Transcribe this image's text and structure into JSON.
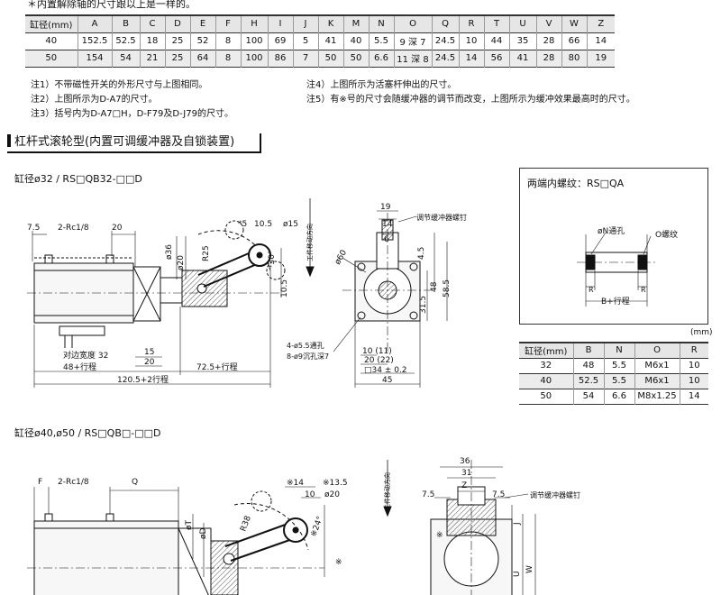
{
  "top_note": "＊内置解除轴的尺寸跟以上是一样的。",
  "dim_table": {
    "headers": [
      "缸径(mm)",
      "A",
      "B",
      "C",
      "D",
      "E",
      "F",
      "H",
      "I",
      "J",
      "K",
      "M",
      "N",
      "O",
      "Q",
      "R",
      "T",
      "U",
      "V",
      "W",
      "Z"
    ],
    "rows": [
      [
        "40",
        "152.5",
        "52.5",
        "18",
        "25",
        "52",
        "8",
        "100",
        "69",
        "5",
        "41",
        "40",
        "5.5",
        "9 深 7",
        "24.5",
        "10",
        "44",
        "35",
        "28",
        "66",
        "14"
      ],
      [
        "50",
        "154",
        "54",
        "21",
        "25",
        "64",
        "8",
        "100",
        "86",
        "7",
        "50",
        "50",
        "6.6",
        "11 深 8",
        "24.5",
        "14",
        "56",
        "41",
        "28",
        "80",
        "19"
      ]
    ]
  },
  "notes": {
    "n1": "注1）不带磁性开关的外形尺寸与上图相同。",
    "n2": "注2）上图所示为D-A7的尺寸。",
    "n3": "注3）括号内为D-A7□H，D-F79及D-J79的尺寸。",
    "n4": "注4）上图所示为活塞杆伸出的尺寸。",
    "n5": "注5）有※号的尺寸会随缓冲器的调节而改变，上图所示为缓冲效果最高时的尺寸。"
  },
  "section_title": "杠杆式滚轮型(内置可调缓冲器及自锁装置)",
  "sub1": "缸径ø32 / RS□QB32-□□D",
  "sub2": "缸径ø40,ø50 / RS□QB□-□□D",
  "drawing1": {
    "d_7_5": "7.5",
    "d_rc": "2-Rc1/8",
    "d_20": "20",
    "d_36": "ø36",
    "d_20b": "ø20",
    "d_r25": "R25",
    "d_5": "*5",
    "d_10_5": "10.5",
    "d_15": "ø15",
    "d_30": "*30°",
    "d_10_5v": "10.5",
    "d_10_5v2": "*",
    "d_15b": "15",
    "d_20c": "20",
    "d_width": "对边宽度 32",
    "d_48": "48+行程",
    "d_72": "72.5+行程",
    "d_120": "120.5+2行程",
    "d_move": "工件移动方向"
  },
  "side1": {
    "d_19": "19",
    "d_14": "14",
    "d_6": "6",
    "d_60": "ø60",
    "d_4_5": "4.5",
    "d_31_5": "31.5",
    "d_48": "48",
    "d_58_5": "58.5",
    "d_screw": "调节缓冲器螺钉",
    "d_hole1": "4-ø5.5通孔",
    "d_hole2": "8-ø9沉孔深7",
    "d_10": "10 (11)",
    "d_20": "20 (22)",
    "d_34": "□34 ± 0.2",
    "d_45": "45"
  },
  "thread_box": {
    "title": "两端内螺纹：RS□QA",
    "n_label": "øN通孔",
    "o_label": "O螺纹",
    "r1": "R",
    "r2": "R",
    "b_label": "B+行程"
  },
  "bore_table": {
    "unit": "(mm)",
    "headers": [
      "缸径(mm)",
      "B",
      "N",
      "O",
      "R"
    ],
    "rows": [
      [
        "32",
        "48",
        "5.5",
        "M6x1",
        "10"
      ],
      [
        "40",
        "52.5",
        "5.5",
        "M6x1",
        "10"
      ],
      [
        "50",
        "54",
        "6.6",
        "M8x1.25",
        "14"
      ]
    ]
  },
  "drawing2": {
    "d_f": "F",
    "d_rc": "2-Rc1/8",
    "d_q": "Q",
    "d_t": "øT",
    "d_d": "øD",
    "d_r38": "R38",
    "d_14": "※14",
    "d_13_5": "※13.5",
    "d_10": "10",
    "d_20": "ø20",
    "d_24": "※24°",
    "d_move": "工件移动方向",
    "d_star": "※"
  },
  "side2": {
    "d_36": "36",
    "d_31": "31",
    "d_7_5a": "7.5",
    "d_z": "Z",
    "d_7_5b": "7.5",
    "d_screw": "调节缓冲器螺钉",
    "d_j": "J",
    "d_u": "U",
    "d_w": "W",
    "d_side": "※"
  }
}
